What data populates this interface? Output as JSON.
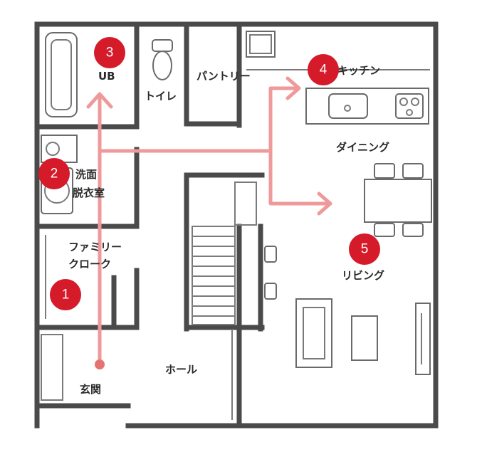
{
  "rooms": {
    "ub": "UB",
    "toilet": "トイレ",
    "pantry": "パントリー",
    "kitchen": "キッチン",
    "dining": "ダイニング",
    "washroom_line1": "洗面",
    "washroom_line2": "脱衣室",
    "closet_line1": "ファミリー",
    "closet_line2": "クローク",
    "living": "リビング",
    "hall": "ホール",
    "entrance": "玄関"
  },
  "markers": {
    "m1": "1",
    "m2": "2",
    "m3": "3",
    "m4": "4",
    "m5": "5"
  },
  "colors": {
    "walls": "#4a4a4a",
    "route": "#ef9a9a",
    "marker": "#d51a2a"
  }
}
